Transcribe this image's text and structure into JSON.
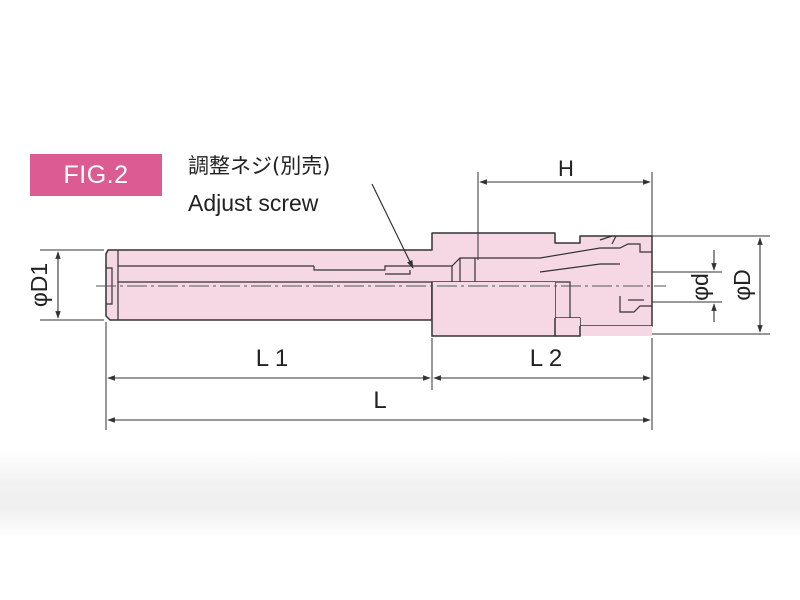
{
  "figure": {
    "badge": "FIG.2"
  },
  "callout": {
    "label_jp": "調整ネジ(別売)",
    "label_en": "Adjust screw"
  },
  "dimensions": {
    "H": "H",
    "L1": "L 1",
    "L2": "L 2",
    "L": "L",
    "phi_D1": "φD1",
    "phi_d": "φd",
    "phi_D": "φD"
  },
  "colors": {
    "body_fill": "#f6d8e5",
    "outline": "#333333",
    "badge_bg": "#dc5b93",
    "centerline": "#555555"
  }
}
